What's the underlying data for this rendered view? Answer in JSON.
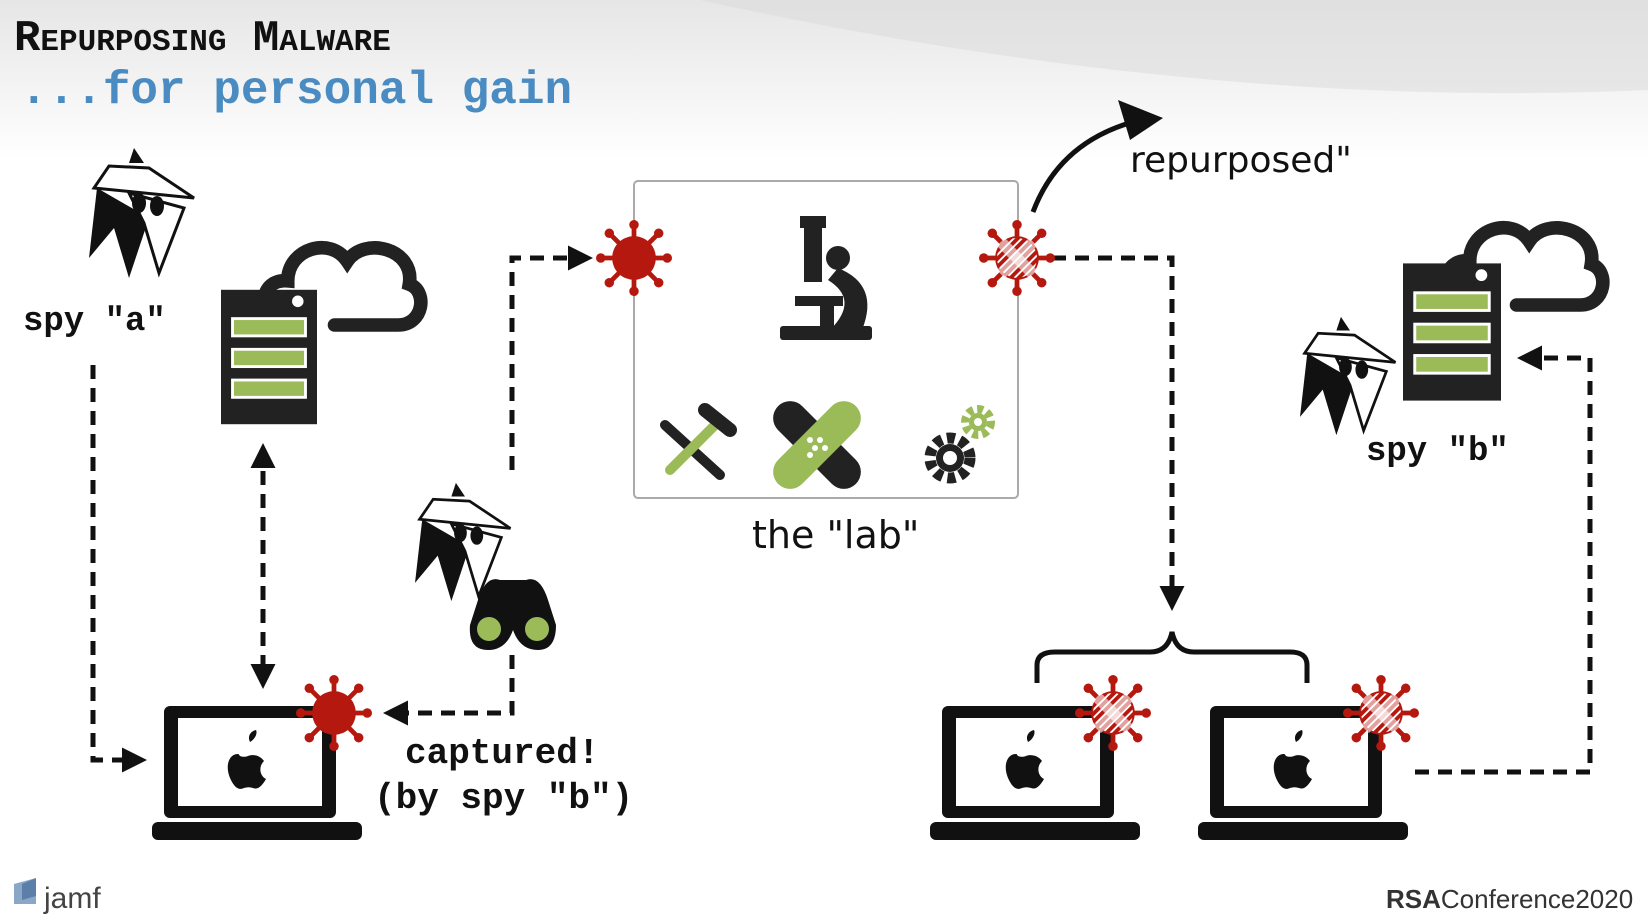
{
  "title": {
    "main": "Repurposing Malware",
    "subtitle": "...for personal gain"
  },
  "labels": {
    "spy_a": "spy \"a\"",
    "spy_b": "spy \"b\"",
    "captured_line1": "captured!",
    "captured_line2": "(by spy \"b\")",
    "lab": "the \"lab\"",
    "repurposed": "repurposed\""
  },
  "footer": {
    "left_logo": "jamf",
    "right_logo_bold": "RSA",
    "right_logo_rest": "Conference2020"
  },
  "colors": {
    "subtitle": "#4a8cc2",
    "virus": "#b5180f",
    "accent_green": "#9bbb59",
    "icon_dark": "#222222"
  },
  "icons": [
    "spy-icon",
    "server-icon",
    "cloud-icon",
    "laptop-icon",
    "apple-icon",
    "virus-icon",
    "patched-virus-icon",
    "microscope-icon",
    "tools-icon",
    "bandage-icon",
    "gears-icon",
    "binoculars-icon"
  ]
}
